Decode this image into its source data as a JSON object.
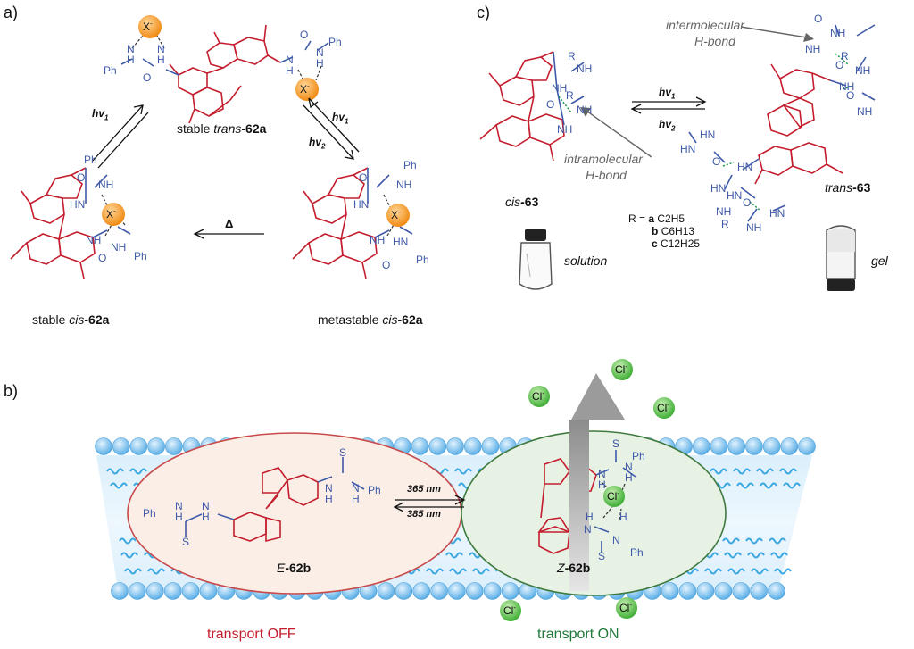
{
  "panels": {
    "a": "a)",
    "b": "b)",
    "c": "c)"
  },
  "panel_a": {
    "top_label_pre": "stable ",
    "top_label_it": "trans",
    "top_label_num": "-62a",
    "left_label_pre": "stable ",
    "left_label_it": "cis",
    "left_label_num": "-62a",
    "right_label_pre": "metastable ",
    "right_label_it": "cis",
    "right_label_num": "-62a",
    "hv1": "hv",
    "hv2": "hv",
    "sub1": "1",
    "sub2": "2",
    "delta": "Δ",
    "anion": "X",
    "anion_charge": "-",
    "ph": "Ph",
    "nh": "NH",
    "h": "H",
    "n": "N",
    "o": "O"
  },
  "panel_b": {
    "left_state": "transport OFF",
    "right_state": "transport ON",
    "left_molecule_it": "E",
    "left_molecule_num": "-62b",
    "right_molecule_it": "Z",
    "right_molecule_num": "-62b",
    "wavelength_forward": "365 nm",
    "wavelength_back": "385 nm",
    "ion": "Cl",
    "ion_charge": "-",
    "ph": "Ph",
    "s": "S",
    "h": "H",
    "n": "N",
    "colors": {
      "off_fill": "#fbeee7",
      "off_stroke": "#c94a4a",
      "on_fill": "#e7f1e4",
      "on_stroke": "#3f7a3f",
      "bilayer_bead": "#8fc7ee",
      "chloride": "#57b84b"
    }
  },
  "panel_c": {
    "cis_label_it": "cis",
    "cis_label_num": "-63",
    "trans_label_it": "trans",
    "trans_label_num": "-63",
    "intramolecular_1": "intramolecular",
    "intramolecular_2": "H-bond",
    "intermolecular_1": "intermolecular",
    "intermolecular_2": "H-bond",
    "hv1": "hv",
    "hv2": "hv",
    "sub1": "1",
    "sub2": "2",
    "r_def": "R =",
    "r_a_key": "a",
    "r_a": "C2H5",
    "r_b_key": "b",
    "r_b": "C6H13",
    "r_c_key": "c",
    "r_c": "C12H25",
    "solution": "solution",
    "gel": "gel",
    "r": "R",
    "nh": "NH",
    "hn": "HN",
    "o": "O"
  }
}
